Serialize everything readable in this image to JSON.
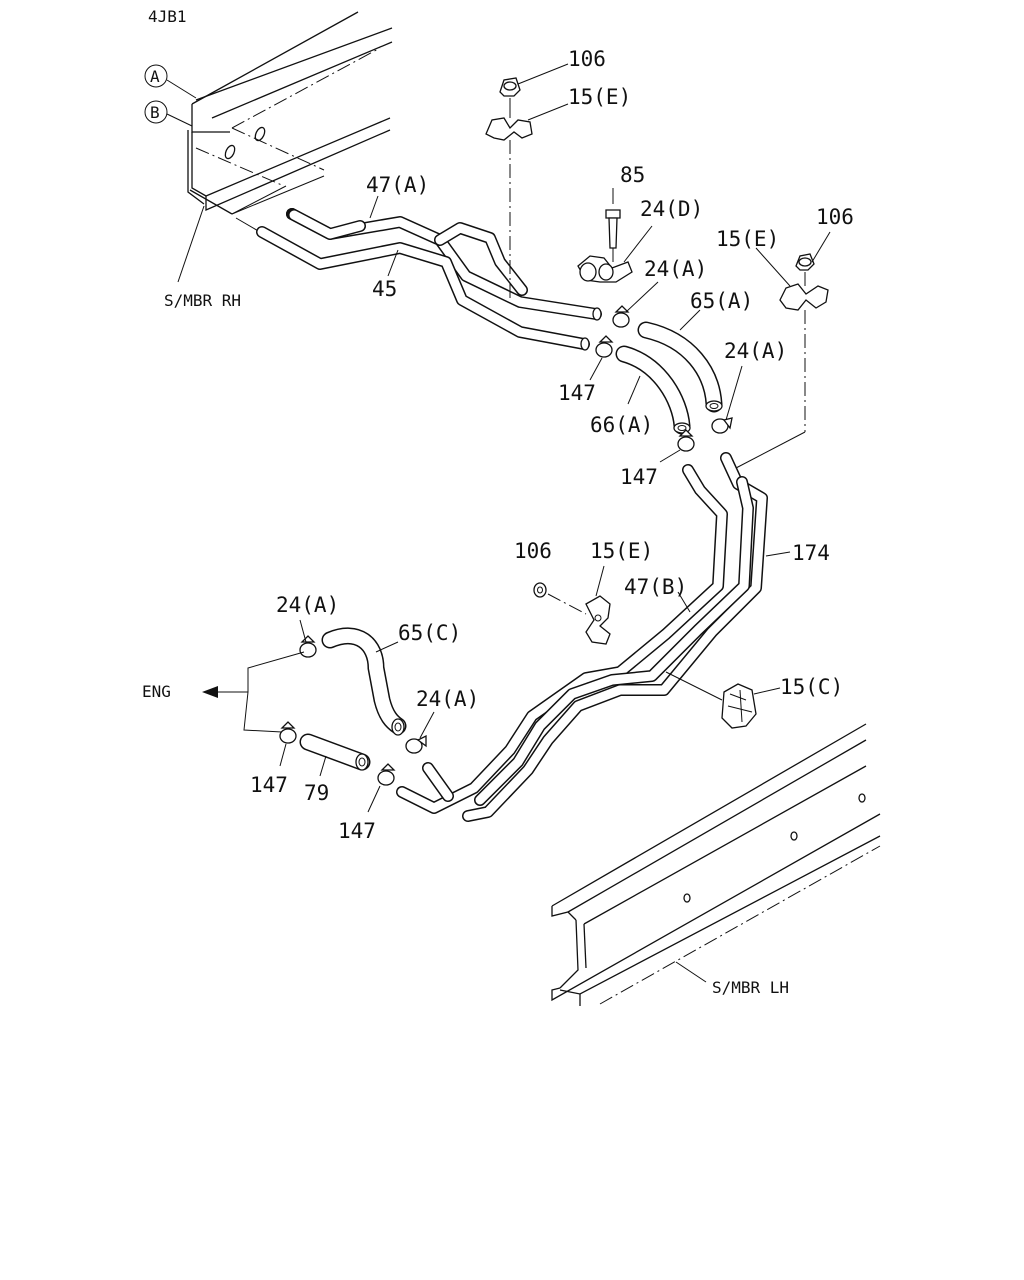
{
  "engine_code": "4JB1",
  "frame": {
    "rh_label": "S/MBR RH",
    "lh_label": "S/MBR LH",
    "ref_a": "A",
    "ref_b": "B"
  },
  "engine_arrow_label": "ENG",
  "callouts": {
    "p106_top": "106",
    "p15e_top": "15(E)",
    "p85": "85",
    "p24d": "24(D)",
    "p47a": "47(A)",
    "p45": "45",
    "p24a_1": "24(A)",
    "p65a": "65(A)",
    "p15e_right": "15(E)",
    "p106_right": "106",
    "p24a_2": "24(A)",
    "p147_1": "147",
    "p66a": "66(A)",
    "p147_2": "147",
    "p106_mid": "106",
    "p15e_mid": "15(E)",
    "p47b": "47(B)",
    "p174": "174",
    "p24a_3": "24(A)",
    "p65c": "65(C)",
    "p24a_4": "24(A)",
    "p15c": "15(C)",
    "p147_3": "147",
    "p79": "79",
    "p147_4": "147"
  }
}
